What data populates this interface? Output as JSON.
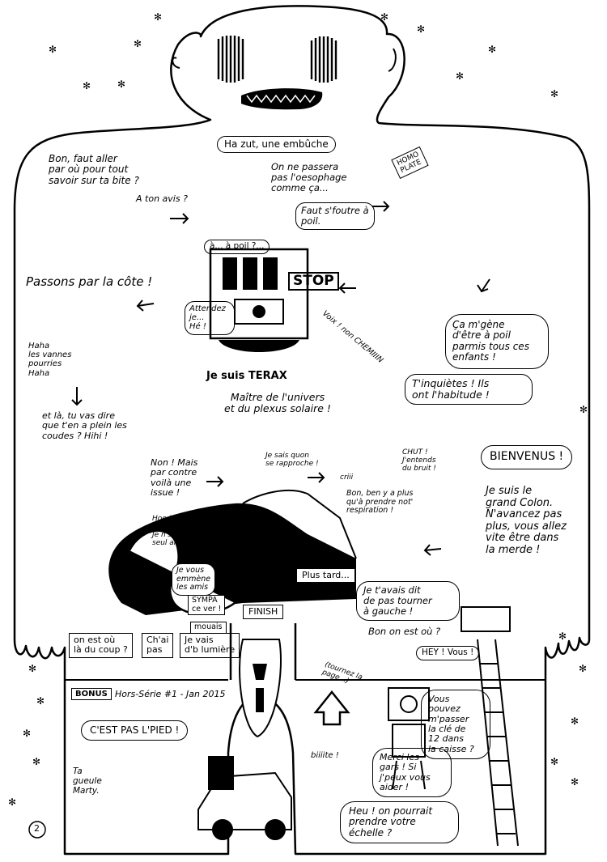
{
  "page_number": "2",
  "bubbles": {
    "bon_faut_aller": "Bon, faut aller\npar où pour tout\nsavoir sur ta bite ?",
    "a_ton_avis": "A ton avis ?",
    "ha_zut": "Ha zut, une embûche",
    "on_ne_passera": "On ne passera\npas l'oesophage\ncomme ça...",
    "faut_sfoutre": "Faut s'foutre à\npoil.",
    "a_poil": "à... à poil ?...",
    "homo_plate": "HOMO\nPLATE",
    "passons": "Passons par la côte !",
    "stop": "STOP",
    "attendez": "Attendez\nje...\nHé !",
    "je_suis_terax": "Je suis TERAX",
    "maitre": "Maître de l'univers\net du plexus solaire !",
    "voix_chemin": "Voix ! non CHEMIIIN",
    "ca_mgene": "Ça m'gène\nd'être à poil\nparmis tous ces\nenfants !",
    "tinquietes": "T'inquiètes ! Ils\nont l'habitude !",
    "haha_vanne": "Haha\nles vannes\npourries\nHaha",
    "et_la": "et là, tu vas dire\nque t'en a plein les\ncoudes ? Hihi !",
    "non_mais": "Non ! Mais\npar contre\nvoilà une\nissue !",
    "je_sais_pas": "Je sais quon\nse rapproche !",
    "criii": "criii",
    "chut": "CHUT !\nJ'entends\ndu bruit !",
    "bienvenus": "BIENVENUS !",
    "je_suis_colon": "Je suis le\ngrand Colon.\nN'avancez pas\nplus, vous allez\nvite être dans\nla merde !",
    "bon_ben": "Bon, ben y a plus\nqu'à prendre not'\nrespiration !",
    "hoo_des_voix": "Hoo ! Des Voix !\nJe n'suis pas\nseul alors !",
    "je_vous_emmene": "Je vous\nemmène\nles amis",
    "sympa": "SYMPA\nce ver !",
    "mouais": "mouais",
    "plus_tard": "Plus tard...",
    "je_tavais_dit": "Je t'avais dit\nde pas tourner\nà gauche !",
    "bon_on_est_ou": "Bon on est où ?",
    "on_est_ou_du_coup": "on est où\nlà du coup ?",
    "chai_pas": "Ch'ai\npas",
    "je_vais": "Je vais\nd'b lumière",
    "finish": "FINISH",
    "bonus": "BONUS",
    "hors_serie": "Hors-Série #1 - Jan 2015",
    "tournez": "(tournez la\npage...)",
    "hey_vous": "HEY ! Vous !",
    "vous_pouvez": "Vous pouvez\nm'passer\nla clé de\n12 dans\nla caisse ?",
    "cest_pas": "C'EST PAS L'PIED !",
    "ta_gueule": "Ta\ngueule\nMarty.",
    "biiiiite": "biiiite !",
    "merci_les_gars": "Merci les\ngars ! Si\nj'peux vous\naider !",
    "heu": "Heu ! on pourrait\nprendre votre\néchelle ?"
  }
}
